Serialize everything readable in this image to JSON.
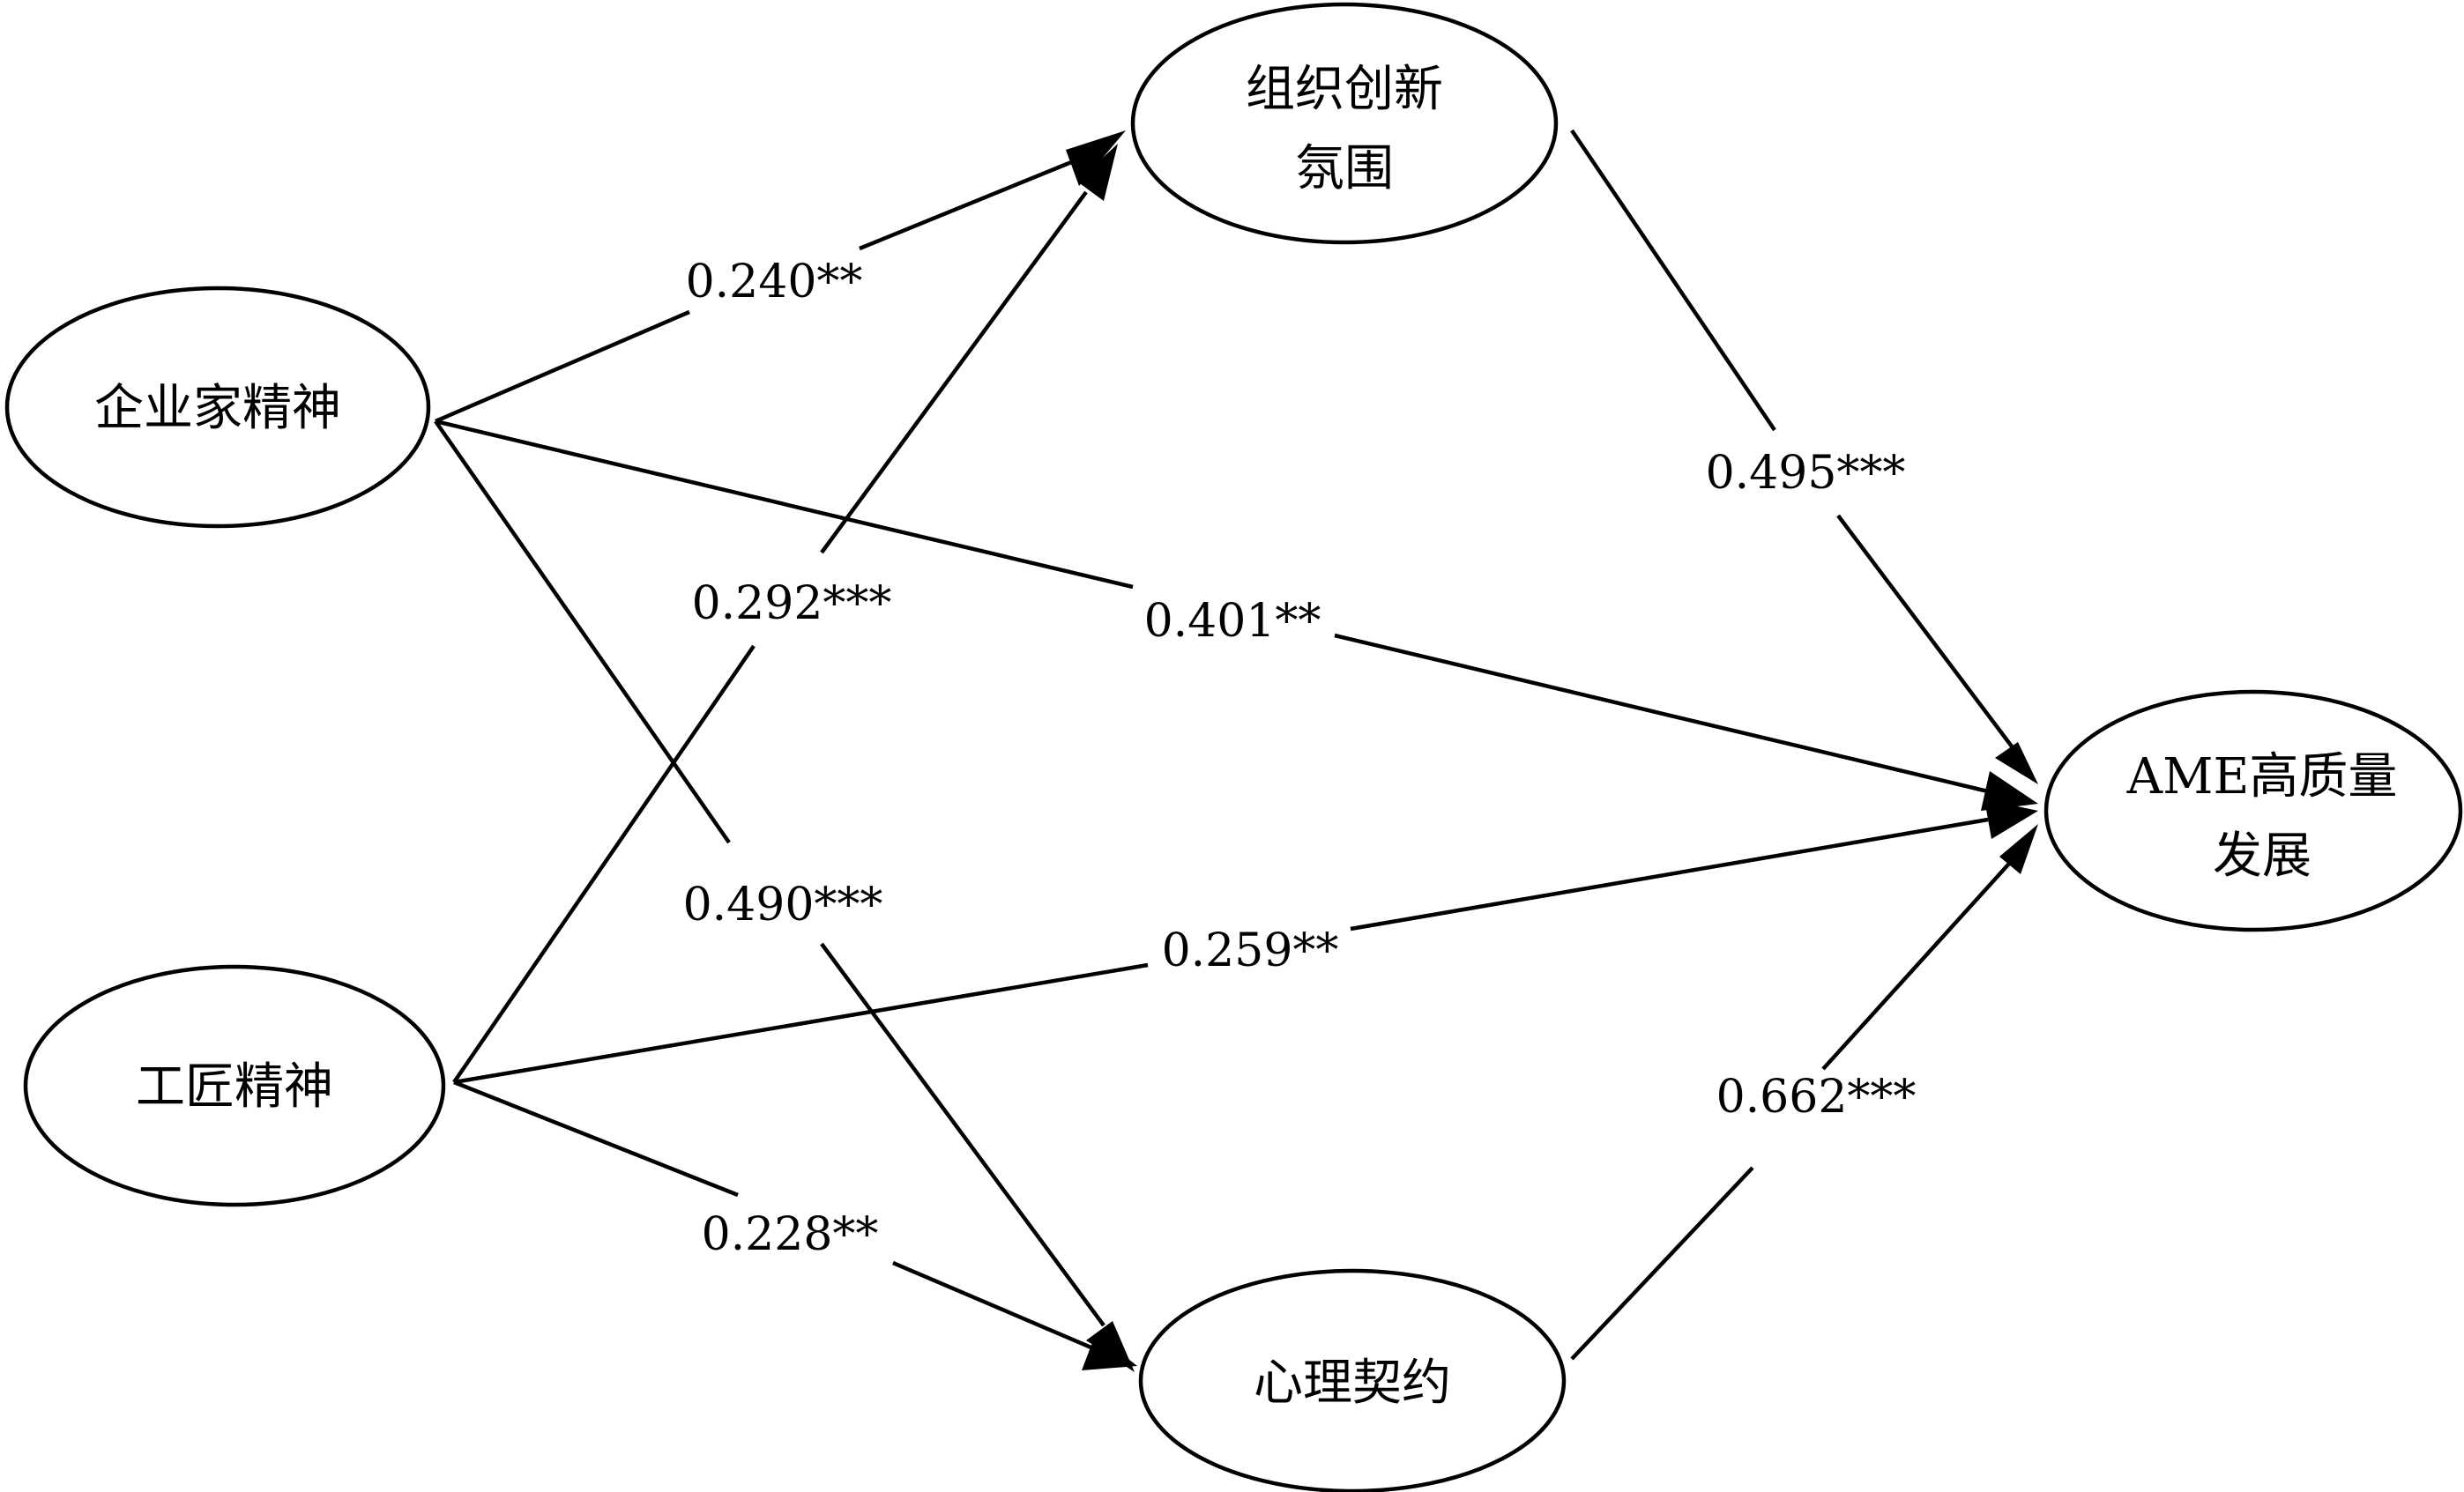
{
  "diagram": {
    "nodes": {
      "entrepreneurship": {
        "lines": [
          "企业家精神"
        ]
      },
      "craftsmanship": {
        "lines": [
          "工匠精神"
        ]
      },
      "innovation_climate": {
        "lines": [
          "组织创新",
          "氛围"
        ]
      },
      "psych_contract": {
        "lines": [
          "心理契约"
        ]
      },
      "ame_development": {
        "lines": [
          "AME高质量",
          "发展"
        ]
      }
    },
    "edges": [
      {
        "id": "entrepreneurship-to-climate",
        "from": "entrepreneurship",
        "to": "innovation_climate",
        "label": "0.240**"
      },
      {
        "id": "craftsmanship-to-climate",
        "from": "craftsmanship",
        "to": "innovation_climate",
        "label": "0.292***"
      },
      {
        "id": "entrepreneurship-to-ame",
        "from": "entrepreneurship",
        "to": "ame_development",
        "label": "0.401**"
      },
      {
        "id": "entrepreneurship-to-contract",
        "from": "entrepreneurship",
        "to": "psych_contract",
        "label": "0.490***"
      },
      {
        "id": "craftsmanship-to-ame",
        "from": "craftsmanship",
        "to": "ame_development",
        "label": "0.259**"
      },
      {
        "id": "craftsmanship-to-contract",
        "from": "craftsmanship",
        "to": "psych_contract",
        "label": "0.228**"
      },
      {
        "id": "climate-to-ame",
        "from": "innovation_climate",
        "to": "ame_development",
        "label": "0.495***"
      },
      {
        "id": "contract-to-ame",
        "from": "psych_contract",
        "to": "ame_development",
        "label": "0.662***"
      }
    ]
  }
}
